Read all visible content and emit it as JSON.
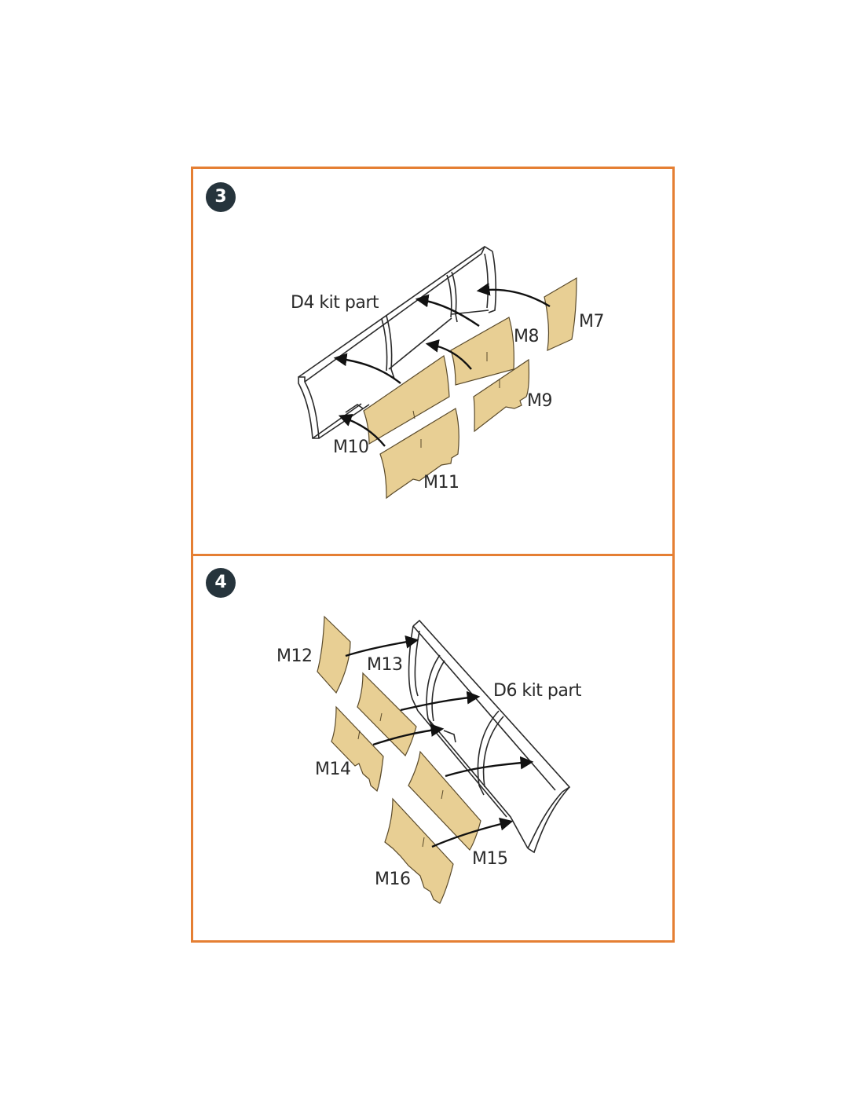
{
  "colors": {
    "frame": "#e57f33",
    "badge": "#26343c",
    "mask": "#e8cf94",
    "mask_edge": "#5a4a2a",
    "outline": "#2a2a2a"
  },
  "steps": [
    {
      "number": "3",
      "kit_part_label": "D4 kit part",
      "parts": [
        "M7",
        "M8",
        "M9",
        "M10",
        "M11"
      ]
    },
    {
      "number": "4",
      "kit_part_label": "D6 kit part",
      "parts": [
        "M12",
        "M13",
        "M14",
        "M15",
        "M16"
      ]
    }
  ]
}
